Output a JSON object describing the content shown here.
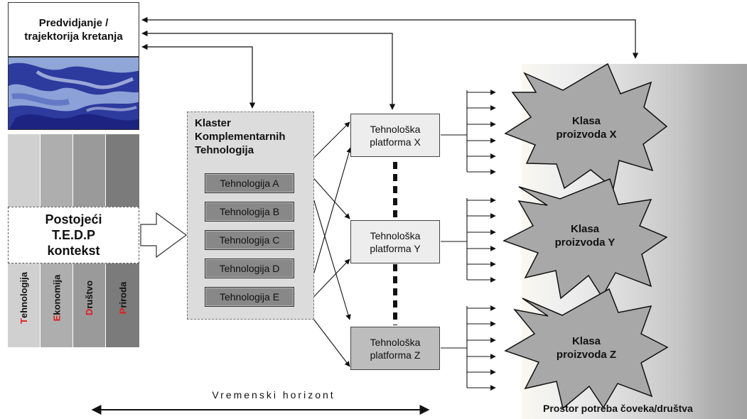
{
  "forecast": {
    "title": "Predvidjanje / trajektorija kretanja"
  },
  "context": {
    "title_lines": [
      "Postojeći",
      "T.E.D.P",
      "kontekst"
    ],
    "columns": [
      {
        "initial": "T",
        "rest": "ehnologija"
      },
      {
        "initial": "E",
        "rest": "konomija"
      },
      {
        "initial": "D",
        "rest": "ruštvo"
      },
      {
        "initial": "P",
        "rest": "riroda"
      }
    ]
  },
  "cluster": {
    "title_lines": [
      "Klaster",
      "Komplementarnih",
      "Tehnologija"
    ],
    "technologies": [
      "Tehnologija A",
      "Tehnologija B",
      "Tehnologija C",
      "Tehnologija D",
      "Tehnologija E"
    ]
  },
  "platforms": [
    {
      "line1": "Tehnološka",
      "line2": "platforma X"
    },
    {
      "line1": "Tehnološka",
      "line2": "platforma Y"
    },
    {
      "line1": "Tehnološka",
      "line2": "platforma Z"
    }
  ],
  "product_classes": [
    {
      "line1": "Klasa",
      "line2": "proizvoda X"
    },
    {
      "line1": "Klasa",
      "line2": "proizvoda Y"
    },
    {
      "line1": "Klasa",
      "line2": "proizvoda Z"
    }
  ],
  "needs_space": {
    "label": "Prostor potreba čoveka/društva"
  },
  "time_horizon": {
    "label": "Vremenski horizont"
  },
  "colors": {
    "context_initial": "#e31b1b",
    "star_fill": "#a8a8a8",
    "cluster_bg": "#dcdcdc"
  }
}
